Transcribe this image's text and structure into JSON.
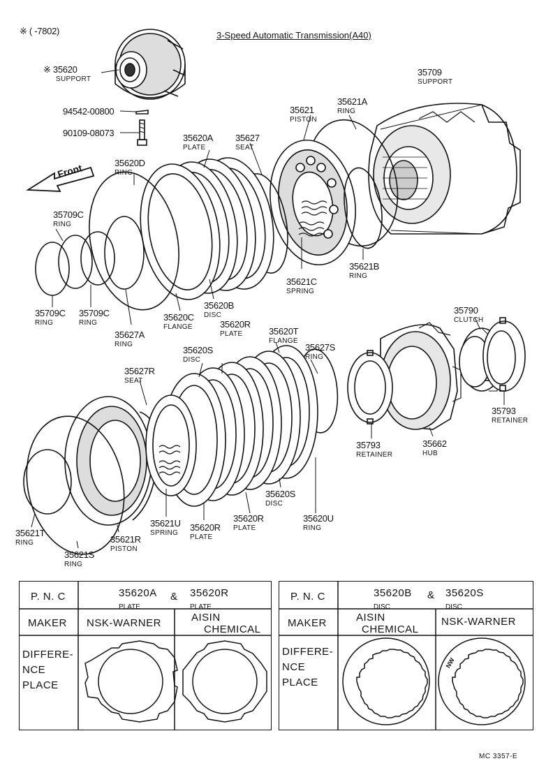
{
  "header": {
    "note_symbol": "※",
    "date_range": "(    -7802)",
    "title": "3-Speed Automatic Transmission(A40)",
    "front_label": "Front"
  },
  "parts": {
    "p35620": {
      "pn": "※ 35620",
      "name": "SUPPORT"
    },
    "p94542": {
      "pn": "94542-00800"
    },
    "p90109": {
      "pn": "90109-08073"
    },
    "p35709": {
      "pn": "35709",
      "name": "SUPPORT"
    },
    "p35621": {
      "pn": "35621",
      "name": "PISTON"
    },
    "p35621A": {
      "pn": "35621A",
      "name": "RING"
    },
    "p35620A": {
      "pn": "35620A",
      "name": "PLATE"
    },
    "p35627": {
      "pn": "35627",
      "name": "SEAT"
    },
    "p35620D": {
      "pn": "35620D",
      "name": "RING"
    },
    "p35709C_top": {
      "pn": "35709C",
      "name": "RING"
    },
    "p35621B": {
      "pn": "35621B",
      "name": "RING"
    },
    "p35621C": {
      "pn": "35621C",
      "name": "SPRING"
    },
    "p35620B": {
      "pn": "35620B",
      "name": "DISC"
    },
    "p35620C": {
      "pn": "35620C",
      "name": "FLANGE"
    },
    "p35709C_l": {
      "pn": "35709C",
      "name": "RING"
    },
    "p35709C_m": {
      "pn": "35709C",
      "name": "RING"
    },
    "p35627A": {
      "pn": "35627A",
      "name": "RING"
    },
    "p35790": {
      "pn": "35790",
      "name": "CLUTCH"
    },
    "p35620R_top": {
      "pn": "35620R",
      "name": "PLATE"
    },
    "p35620T": {
      "pn": "35620T",
      "name": "FLANGE"
    },
    "p35620S_top": {
      "pn": "35620S",
      "name": "DISC"
    },
    "p35627S": {
      "pn": "35627S",
      "name": "RING"
    },
    "p35627R": {
      "pn": "35627R",
      "name": "SEAT"
    },
    "p35793_r": {
      "pn": "35793",
      "name": "RETAINER"
    },
    "p35793_l": {
      "pn": "35793",
      "name": "RETAINER"
    },
    "p35662": {
      "pn": "35662",
      "name": "HUB"
    },
    "p35621T": {
      "pn": "35621T",
      "name": "RING"
    },
    "p35621U": {
      "pn": "35621U",
      "name": "SPRING"
    },
    "p35620R_b1": {
      "pn": "35620R",
      "name": "PLATE"
    },
    "p35620R_b2": {
      "pn": "35620R",
      "name": "PLATE"
    },
    "p35620S_bot": {
      "pn": "35620S",
      "name": "DISC"
    },
    "p35620U": {
      "pn": "35620U",
      "name": "RING"
    },
    "p35621R": {
      "pn": "35621R",
      "name": "PISTON"
    },
    "p35621S": {
      "pn": "35621S",
      "name": "RING"
    }
  },
  "table_left": {
    "pnc_label": "P. N. C",
    "pnc_a": "35620A",
    "pnc_a_name": "PLATE",
    "amp": "&",
    "pnc_b": "35620R",
    "pnc_b_name": "PLATE",
    "maker_label": "MAKER",
    "maker_1": "NSK-WARNER",
    "maker_2_line1": "AISIN",
    "maker_2_line2": "CHEMICAL",
    "diff_line1": "DIFFERE-",
    "diff_line2": "NCE",
    "diff_line3": "PLACE"
  },
  "table_right": {
    "pnc_label": "P. N. C",
    "pnc_a": "35620B",
    "pnc_a_name": "DISC",
    "amp": "&",
    "pnc_b": "35620S",
    "pnc_b_name": "DISC",
    "maker_label": "MAKER",
    "maker_1_line1": "AISIN",
    "maker_1_line2": "CHEMICAL",
    "maker_2": "NSK-WARNER",
    "diff_line1": "DIFFERE-",
    "diff_line2": "NCE",
    "diff_line3": "PLACE",
    "stamp": "NW"
  },
  "footer": {
    "code": "MC  3357-E"
  }
}
